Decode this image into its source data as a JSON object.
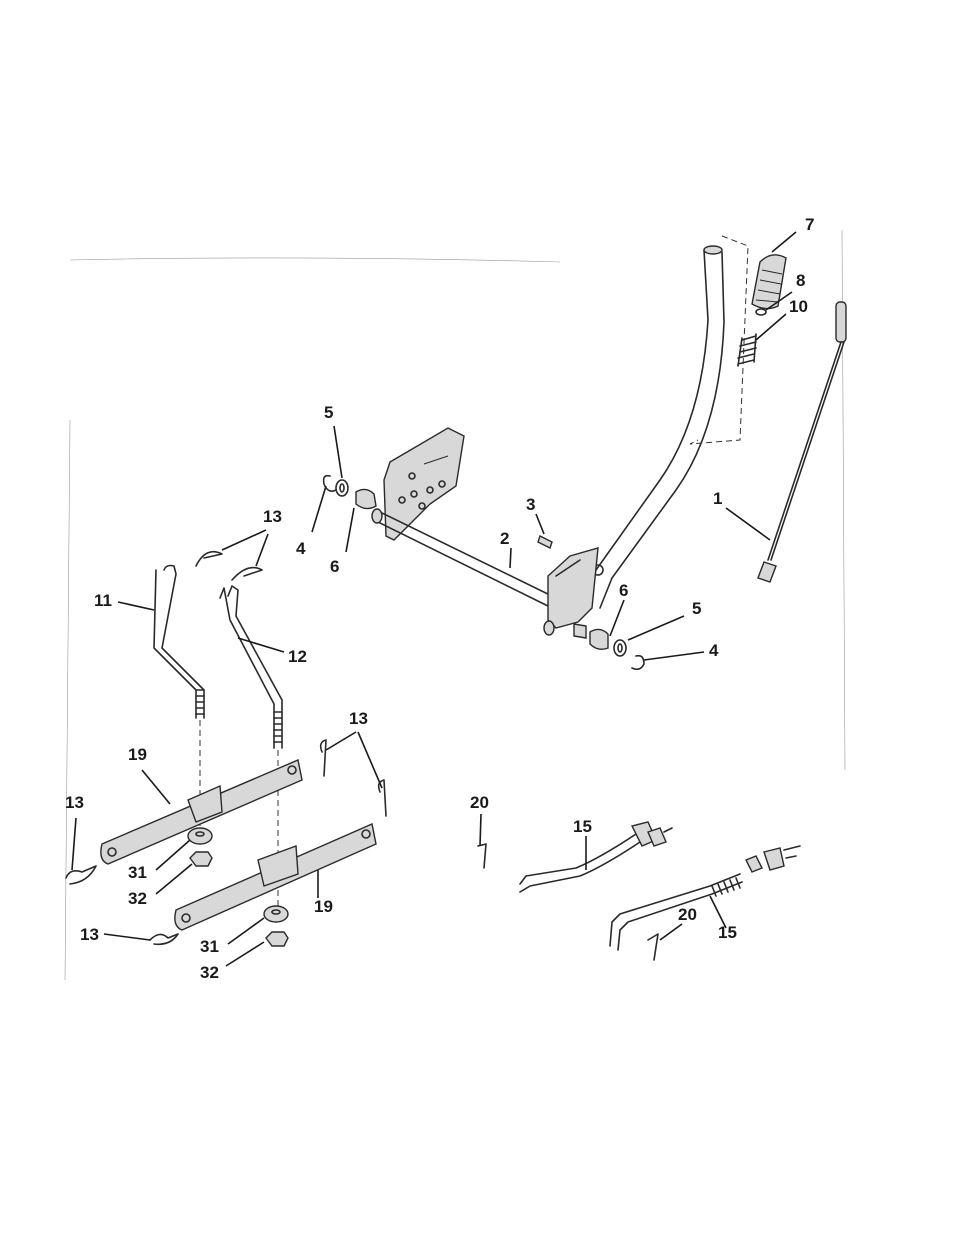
{
  "callouts": {
    "c1": "1",
    "c2": "2",
    "c3": "3",
    "c4a": "4",
    "c4b": "4",
    "c5a": "5",
    "c5b": "5",
    "c6a": "6",
    "c6b": "6",
    "c7": "7",
    "c8": "8",
    "c10": "10",
    "c11": "11",
    "c12": "12",
    "c13a": "13",
    "c13b": "13",
    "c13c": "13",
    "c13d": "13",
    "c15a": "15",
    "c15b": "15",
    "c19a": "19",
    "c19b": "19",
    "c20a": "20",
    "c20b": "20",
    "c31a": "31",
    "c31b": "31",
    "c32a": "32",
    "c32b": "32"
  }
}
